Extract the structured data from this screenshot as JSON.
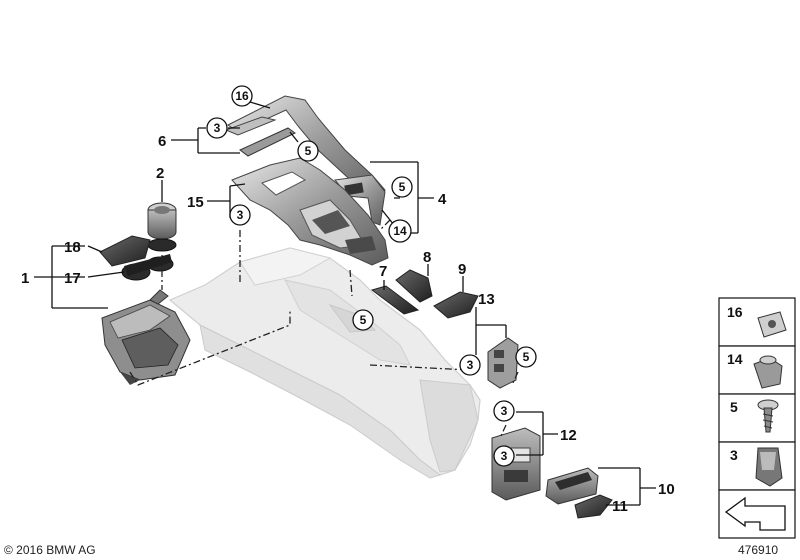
{
  "callouts": {
    "n1": "1",
    "n2": "2",
    "n4": "4",
    "n6": "6",
    "n7": "7",
    "n8": "8",
    "n9": "9",
    "n10": "10",
    "n11": "11",
    "n12": "12",
    "n13": "13",
    "n15": "15",
    "n17": "17",
    "n18": "18",
    "c16": "16",
    "c3": "3",
    "c5": "5",
    "c14": "14"
  },
  "legend": {
    "items": [
      "16",
      "14",
      "5",
      "3"
    ]
  },
  "footer": {
    "copyright": "© 2016 BMW AG",
    "diagram_id": "476910"
  },
  "colors": {
    "part_dark": "#3a3a3a",
    "part_mid": "#8a8a8a",
    "part_light": "#d8d8d8",
    "console": "#e6e6e6"
  }
}
